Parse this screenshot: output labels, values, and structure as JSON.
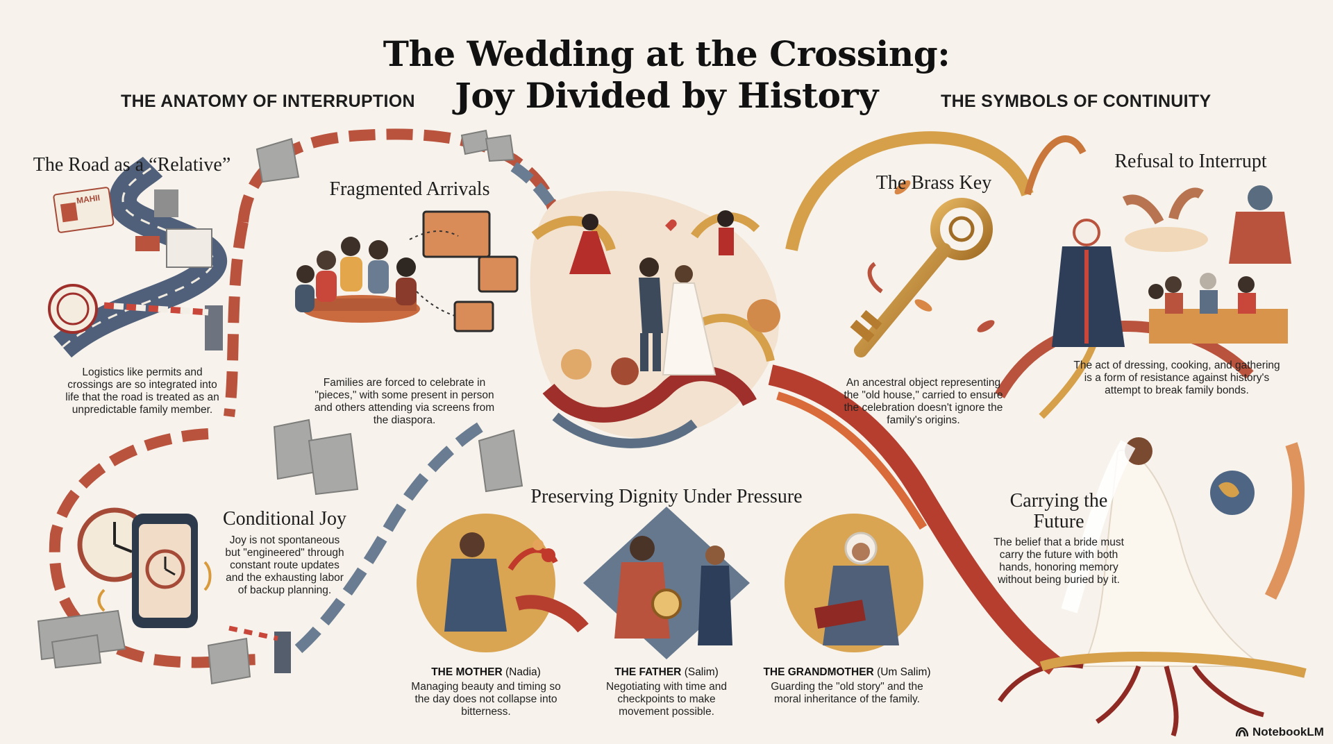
{
  "title": {
    "line1": "The Wedding at the Crossing:",
    "line2": "Joy Divided by History"
  },
  "sections": {
    "left": "THE ANATOMY OF INTERRUPTION",
    "right": "THE SYMBOLS OF CONTINUITY"
  },
  "road": {
    "heading": "The Road as a “Relative”",
    "body": "Logistics like permits and crossings are so integrated into life that the road is treated as an unpredictable family member.",
    "card_text": "MAHII"
  },
  "fragmented": {
    "heading": "Fragmented Arrivals",
    "body": "Families are forced to celebrate in \"pieces,\" with some present in person and others attending via screens from the diaspora."
  },
  "conditional": {
    "heading": "Conditional Joy",
    "body": "Joy is not spontaneous but \"engineered\" through constant route updates and the exhausting labor of backup planning."
  },
  "dignity": {
    "heading": "Preserving Dignity Under Pressure",
    "roles": [
      {
        "role": "THE MOTHER",
        "name": "(Nadia)",
        "body": "Managing beauty and timing so the day does not collapse into bitterness."
      },
      {
        "role": "THE FATHER",
        "name": "(Salim)",
        "body": "Negotiating with time and checkpoints to make movement possible."
      },
      {
        "role": "THE GRANDMOTHER",
        "name": "(Um Salim)",
        "body": "Guarding the \"old story\" and the moral inheritance of the family."
      }
    ]
  },
  "key": {
    "heading": "The Brass Key",
    "body": "An ancestral object representing the \"old house,\" carried to ensure the celebration doesn't ignore the family's origins."
  },
  "refusal": {
    "heading": "Refusal to Interrupt",
    "body": "The act of dressing, cooking, and gathering is a form of resistance against history's attempt to break family bonds."
  },
  "future": {
    "heading_line1": "Carrying the",
    "heading_line2": "Future",
    "body": "The belief that a bride must carry the future with both hands, honoring memory without being buried by it."
  },
  "brand": "NotebookLM",
  "colors": {
    "terracotta": "#b9533d",
    "slate": "#5b6e83",
    "gold": "#d6a04a",
    "deep_red": "#9e2f2a",
    "cream": "#f7f3ec"
  }
}
